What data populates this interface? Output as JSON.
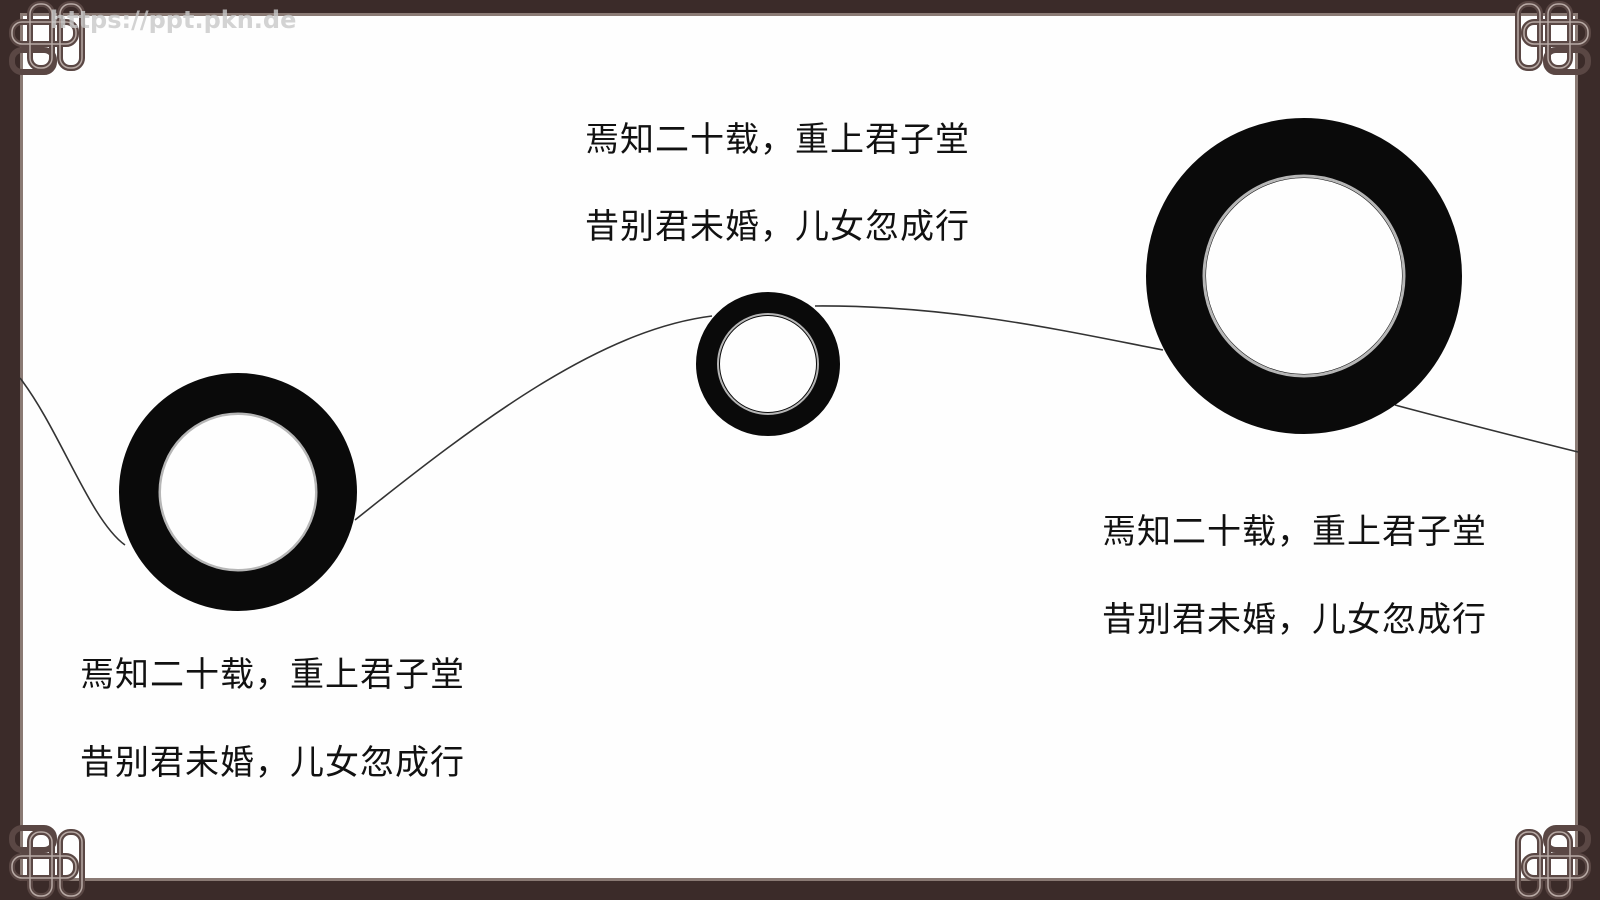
{
  "watermark": "https://ppt.pkn.de",
  "colors": {
    "frame": "#3b2b29",
    "ink": "#0a0a0a",
    "background": "#fefefe"
  },
  "blocks": [
    {
      "line1": "焉知二十载，重上君子堂",
      "line2": "昔别君未婚，儿女忽成行"
    },
    {
      "line1": "焉知二十载，重上君子堂",
      "line2": "昔别君未婚，儿女忽成行"
    },
    {
      "line1": "焉知二十载，重上君子堂",
      "line2": "昔别君未婚，儿女忽成行"
    }
  ]
}
